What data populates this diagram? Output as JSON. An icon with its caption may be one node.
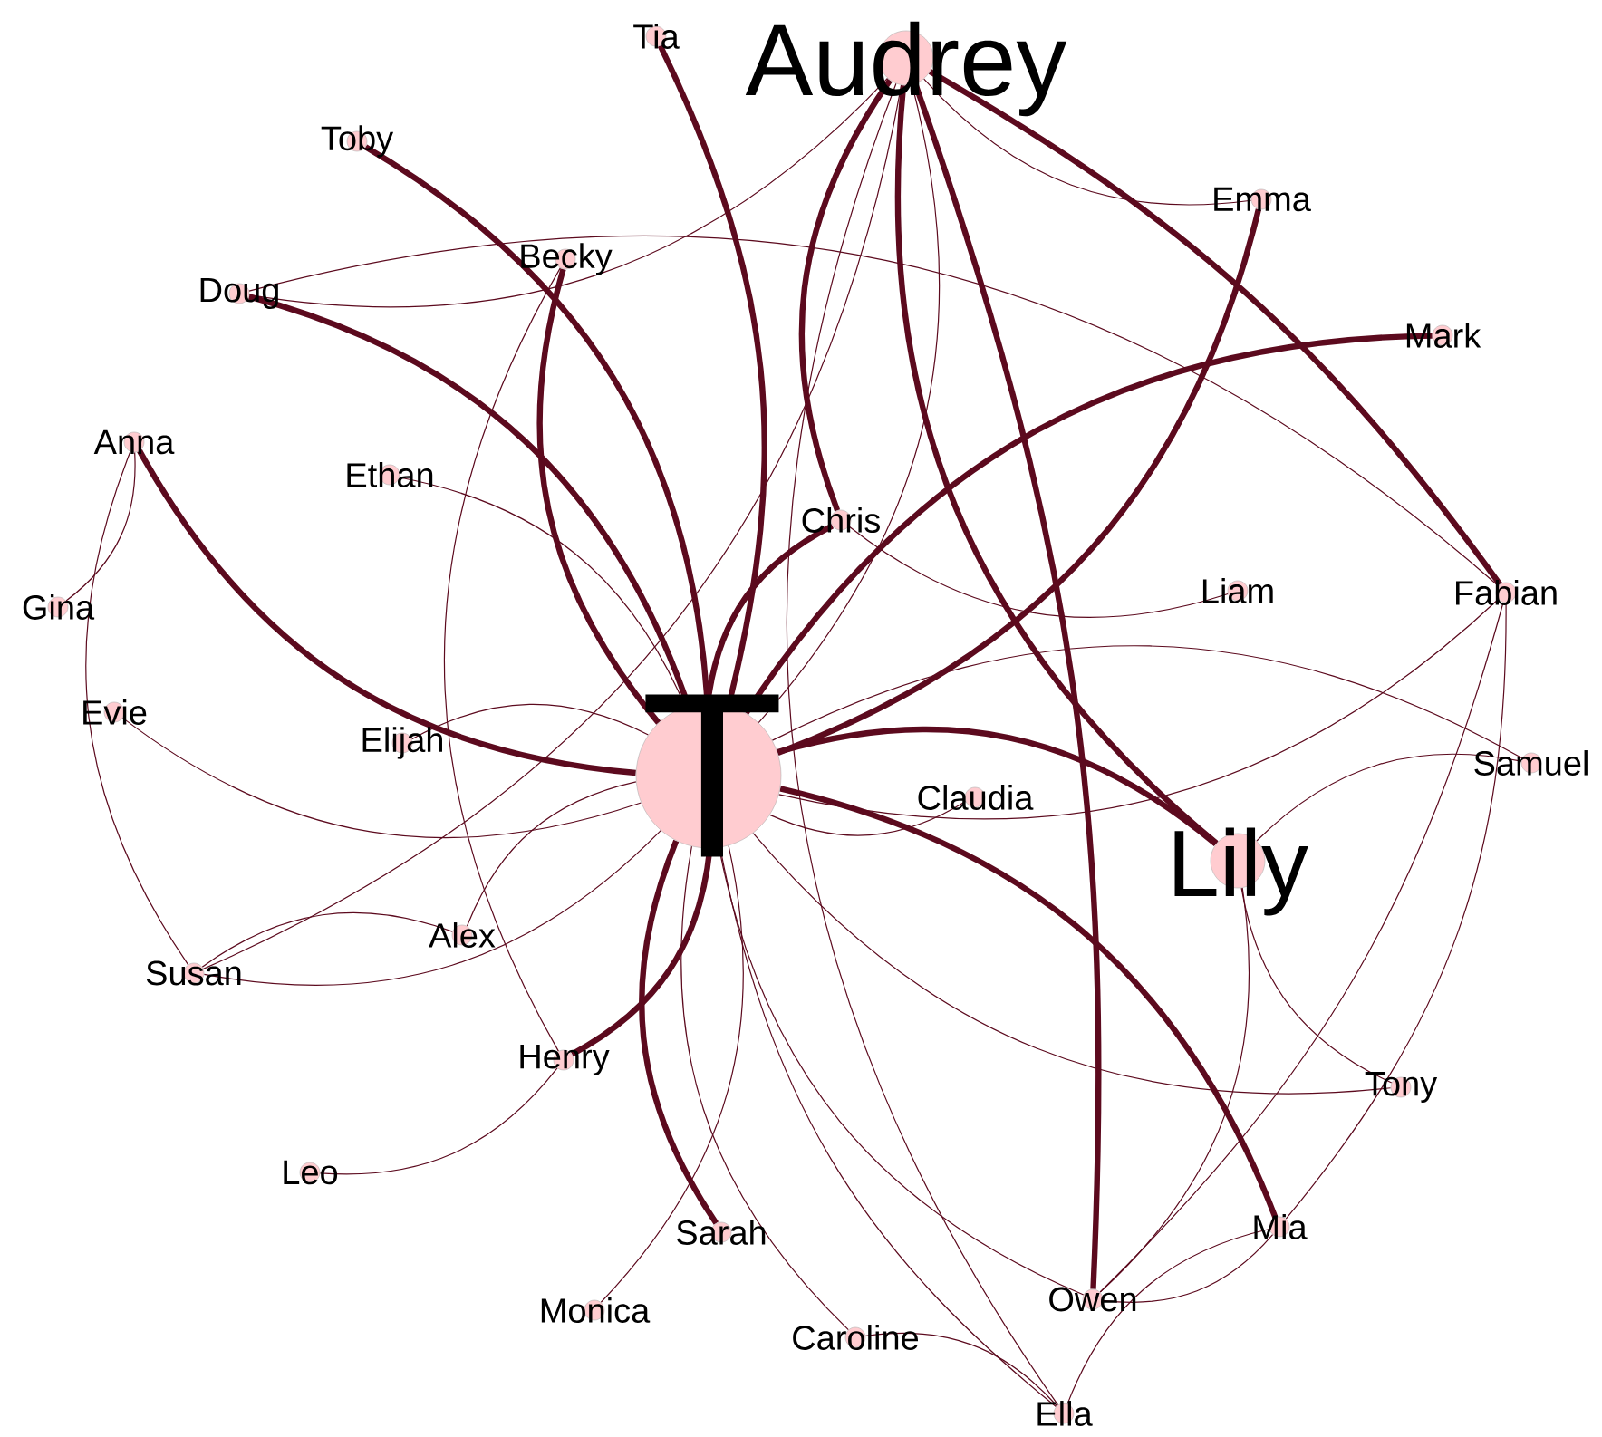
{
  "diagram": {
    "nodes": [
      {
        "text": [
          "T"
        ]
      },
      {
        "text": [
          "Audrey"
        ]
      },
      {
        "text": [
          "Lily"
        ]
      },
      {
        "text": [
          "Tia"
        ]
      },
      {
        "text": [
          "Toby"
        ]
      },
      {
        "text": [
          "Becky"
        ]
      },
      {
        "text": [
          "Doug"
        ]
      },
      {
        "text": [
          "Emma"
        ]
      },
      {
        "text": [
          "Mark"
        ]
      },
      {
        "text": [
          "Anna"
        ]
      },
      {
        "text": [
          "Ethan"
        ]
      },
      {
        "text": [
          "Chris"
        ]
      },
      {
        "text": [
          "Liam"
        ]
      },
      {
        "text": [
          "Fabian"
        ]
      },
      {
        "text": [
          "Gina"
        ]
      },
      {
        "text": [
          "Evie"
        ]
      },
      {
        "text": [
          "Elijah"
        ]
      },
      {
        "text": [
          "Samuel"
        ]
      },
      {
        "text": [
          "Claudia"
        ]
      },
      {
        "text": [
          "Susan"
        ]
      },
      {
        "text": [
          "Alex"
        ]
      },
      {
        "text": [
          "Henry"
        ]
      },
      {
        "text": [
          "Tony"
        ]
      },
      {
        "text": [
          "Leo"
        ]
      },
      {
        "text": [
          "Sarah"
        ]
      },
      {
        "text": [
          "Mia"
        ]
      },
      {
        "text": [
          "Monica"
        ]
      },
      {
        "text": [
          "Owen"
        ]
      },
      {
        "text": [
          "Caroline"
        ]
      },
      {
        "text": [
          "Ella"
        ]
      }
    ],
    "edges": [
      {
        "from": 0,
        "to": 3,
        "arrow": "none",
        "style": "thick"
      },
      {
        "from": 0,
        "to": 4,
        "arrow": "none",
        "style": "thick"
      },
      {
        "from": 0,
        "to": 5,
        "arrow": "none",
        "style": "thick"
      },
      {
        "from": 0,
        "to": 6,
        "arrow": "none",
        "style": "thick"
      },
      {
        "from": 0,
        "to": 9,
        "arrow": "none",
        "style": "thick"
      },
      {
        "from": 0,
        "to": 10,
        "arrow": "none"
      },
      {
        "from": 0,
        "to": 15,
        "arrow": "none"
      },
      {
        "from": 0,
        "to": 16,
        "arrow": "none"
      },
      {
        "from": 0,
        "to": 19,
        "arrow": "none"
      },
      {
        "from": 0,
        "to": 20,
        "arrow": "none"
      },
      {
        "from": 0,
        "to": 21,
        "arrow": "none",
        "style": "thick"
      },
      {
        "from": 0,
        "to": 24,
        "arrow": "none",
        "style": "thick"
      },
      {
        "from": 0,
        "to": 26,
        "arrow": "none"
      },
      {
        "from": 0,
        "to": 28,
        "arrow": "none"
      },
      {
        "from": 0,
        "to": 29,
        "arrow": "none"
      },
      {
        "from": 0,
        "to": 27,
        "arrow": "none"
      },
      {
        "from": 0,
        "to": 25,
        "arrow": "none",
        "style": "thick"
      },
      {
        "from": 0,
        "to": 18,
        "arrow": "none"
      },
      {
        "from": 0,
        "to": 2,
        "arrow": "none",
        "style": "thick"
      },
      {
        "from": 0,
        "to": 22,
        "arrow": "none"
      },
      {
        "from": 0,
        "to": 17,
        "arrow": "none"
      },
      {
        "from": 0,
        "to": 13,
        "arrow": "none"
      },
      {
        "from": 0,
        "to": 11,
        "arrow": "none",
        "style": "thick"
      },
      {
        "from": 0,
        "to": 7,
        "arrow": "none",
        "style": "thick"
      },
      {
        "from": 0,
        "to": 8,
        "arrow": "none",
        "style": "thick"
      },
      {
        "from": 0,
        "to": 1,
        "arrow": "none"
      },
      {
        "from": 6,
        "to": 13,
        "arrow": "none"
      },
      {
        "from": 6,
        "to": 1,
        "arrow": "none"
      },
      {
        "from": 9,
        "to": 14,
        "arrow": "none"
      },
      {
        "from": 9,
        "to": 19,
        "arrow": "none"
      },
      {
        "from": 19,
        "to": 20,
        "arrow": "none"
      },
      {
        "from": 19,
        "to": 1,
        "arrow": "none"
      },
      {
        "from": 21,
        "to": 23,
        "arrow": "none"
      },
      {
        "from": 21,
        "to": 5,
        "arrow": "none"
      },
      {
        "from": 28,
        "to": 29,
        "arrow": "none"
      },
      {
        "from": 11,
        "to": 12,
        "arrow": "none"
      },
      {
        "from": 11,
        "to": 1,
        "arrow": "none",
        "style": "thick"
      },
      {
        "from": 1,
        "to": 7,
        "arrow": "none"
      },
      {
        "from": 1,
        "to": 13,
        "arrow": "none",
        "style": "thick"
      },
      {
        "from": 1,
        "to": 2,
        "arrow": "none",
        "style": "thick"
      },
      {
        "from": 1,
        "to": 27,
        "arrow": "none",
        "style": "thick"
      },
      {
        "from": 1,
        "to": 29,
        "arrow": "none"
      },
      {
        "from": 13,
        "to": 27,
        "arrow": "none"
      },
      {
        "from": 13,
        "to": 25,
        "arrow": "none"
      },
      {
        "from": 2,
        "to": 17,
        "arrow": "none"
      },
      {
        "from": 2,
        "to": 22,
        "arrow": "none"
      },
      {
        "from": 2,
        "to": 27,
        "arrow": "none"
      },
      {
        "from": 27,
        "to": 25,
        "arrow": "none"
      },
      {
        "from": 29,
        "to": 25,
        "arrow": "none"
      }
    ]
  }
}
